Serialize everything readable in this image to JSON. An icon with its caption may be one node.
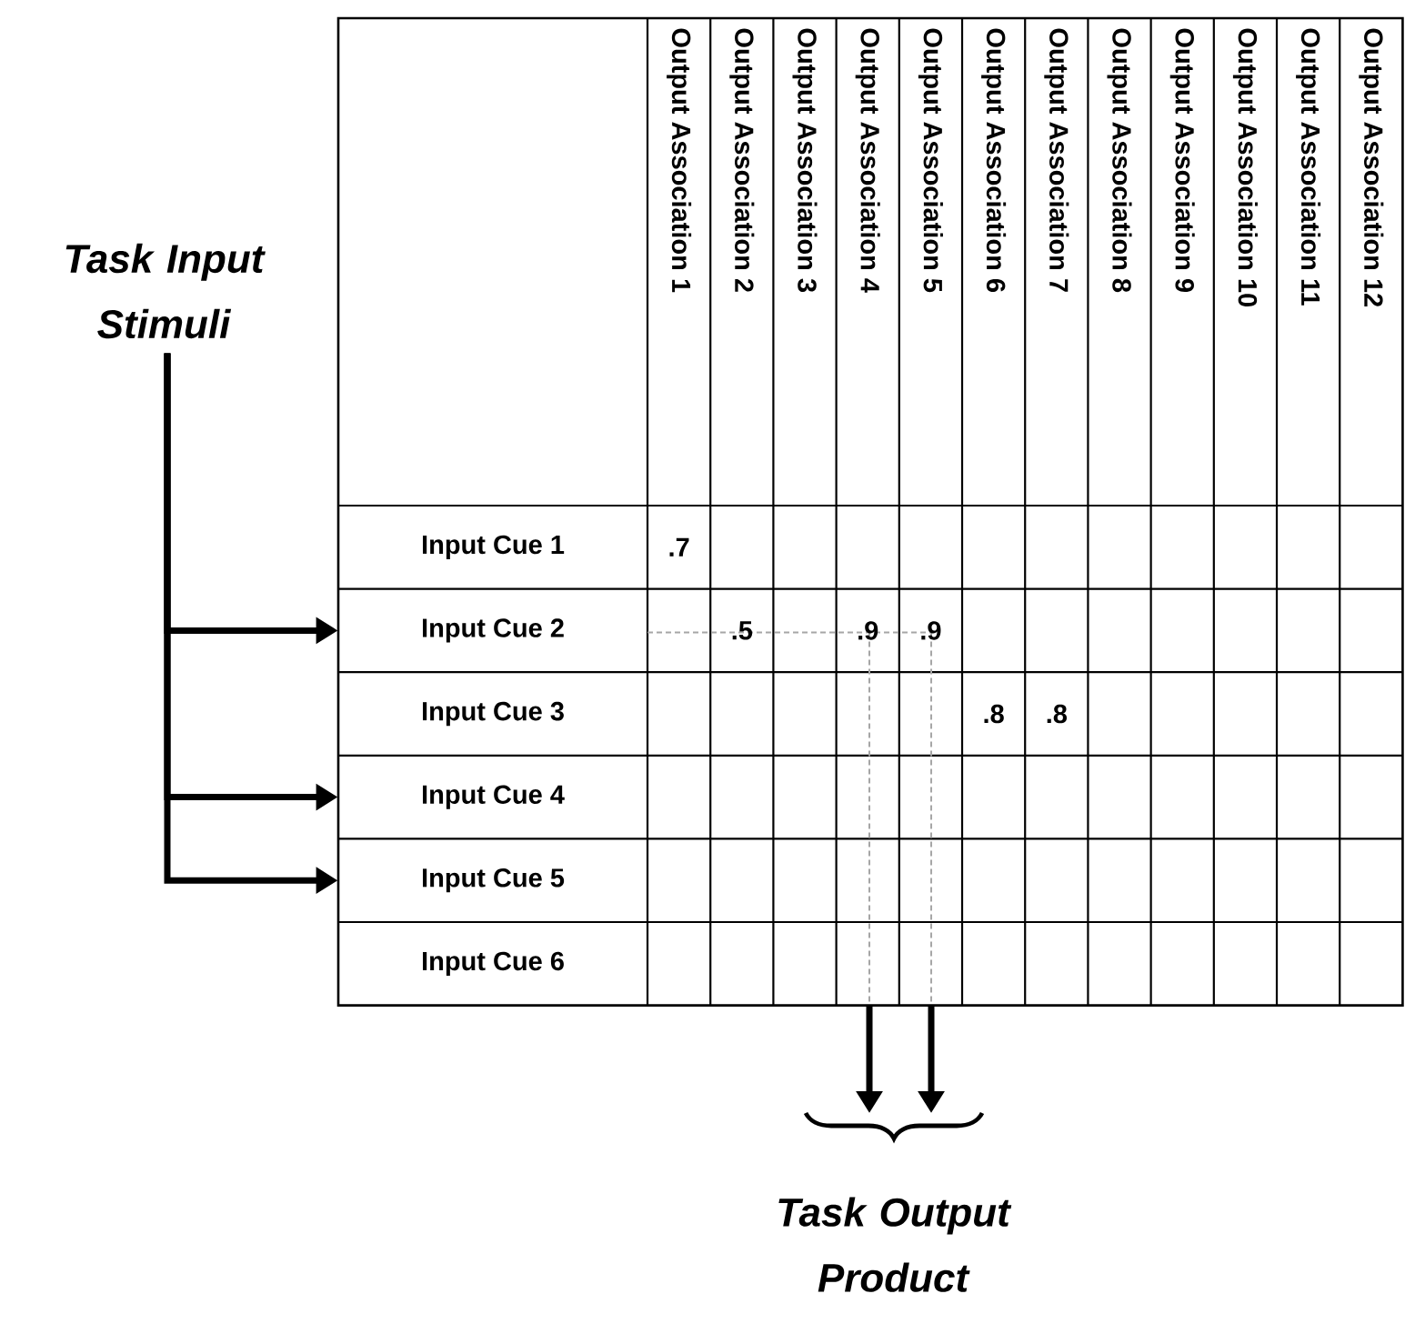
{
  "diagram": {
    "nodes": [
      {
        "text": [
          "Task Input Stimuli"
        ]
      },
      {
        "text": [
          "Input Cue 1"
        ]
      },
      {
        "text": [
          "Input Cue 2"
        ]
      },
      {
        "text": [
          "Input Cue 3"
        ]
      },
      {
        "text": [
          "Input Cue 4"
        ]
      },
      {
        "text": [
          "Input Cue 5"
        ]
      },
      {
        "text": [
          "Input Cue 6"
        ]
      },
      {
        "text": [
          "Task Output Product"
        ]
      }
    ],
    "edges": [
      {
        "from": 0,
        "to": 2,
        "arrow": "to"
      },
      {
        "from": 0,
        "to": 4,
        "arrow": "to"
      },
      {
        "from": 0,
        "to": 5,
        "arrow": "to"
      },
      {
        "from": null,
        "to": 7,
        "arrow": "to"
      },
      {
        "from": null,
        "to": 7,
        "arrow": "to"
      }
    ],
    "labels": [
      "Output Association 1",
      "Output Association 2",
      "Output Association 3",
      "Output Association 4",
      "Output Association 5",
      "Output Association 6",
      "Output Association 7",
      "Output Association 8",
      "Output Association 9",
      "Output Association 10",
      "Output Association 11",
      "Output Association 12",
      ".7",
      ".5",
      ".9",
      ".9",
      ".8",
      ".8"
    ]
  }
}
